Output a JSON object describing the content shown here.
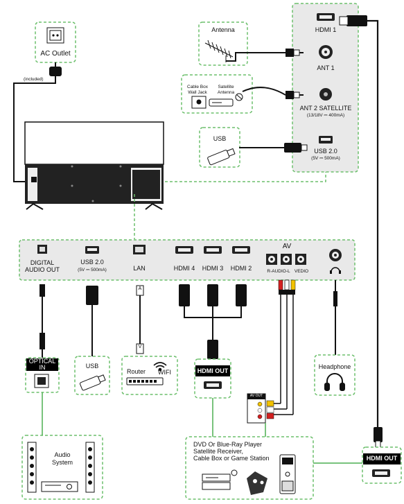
{
  "labels": {
    "ac_outlet": "AC Outlet",
    "included": "(included)",
    "antenna": "Antenna",
    "cable_box_wall_jack": "Cable Box\nWall Jack",
    "satellite_antenna": "Satellite\nAntenna",
    "usb_stick_top": "USB",
    "side_hdmi1": "HDMI 1",
    "side_ant1": "ANT 1",
    "side_ant2": "ANT 2 SATELLITE",
    "side_ant2_spec": "(13/18V ⎓ 400mA)",
    "side_usb": "USB 2.0",
    "side_usb_spec": "(5V ⎓ 500mA)",
    "digital_audio_out": "DIGITAL\nAUDIO OUT",
    "bottom_usb": "USB 2.0",
    "bottom_usb_spec": "(5V ⎓ 500mA)",
    "lan": "LAN",
    "hdmi4": "HDMI 4",
    "hdmi3": "HDMI 3",
    "hdmi2": "HDMI 2",
    "av": "AV",
    "r_audio_l": "R-AUDIO-L",
    "video": "VEDIO",
    "optical_in": "OPTICAL\nIN",
    "usb_device": "USB",
    "router": "Router",
    "wifi": "WIFI",
    "hdmi_out_center": "HDMI OUT",
    "headphone": "Headphone",
    "av_out": "AV OUT",
    "hdmi_out_right": "HDMI OUT",
    "audio_system": "Audio\nSystem",
    "dvd_sources": "DVD Or Blue-Ray Player\nSatellite Receiver,\nCable Box or Game Station",
    "lan_plug_letter": "A",
    "lan_plug_letter_bottom": "V"
  },
  "colors": {
    "dashed_border": "#6cbf6c",
    "green_line": "#4caf50",
    "panel_bg": "#e9e9e9",
    "rca_red": "#d32020",
    "rca_white": "#ffffff",
    "rca_yellow": "#f2c200"
  }
}
